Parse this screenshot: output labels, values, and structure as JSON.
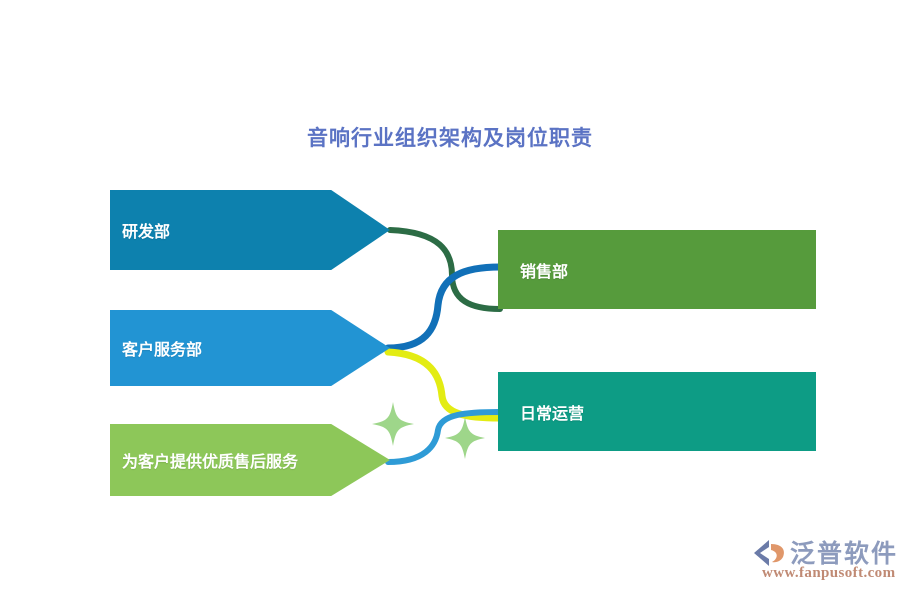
{
  "diagram": {
    "title": "音响行业组织架构及岗位职责",
    "title_color": "#5b73c4",
    "background": "#ffffff",
    "type": "org-chart-flow"
  },
  "nodes": {
    "left": [
      {
        "id": "rnd",
        "label": "研发部",
        "shape": "arrow",
        "color": "#0d81ae"
      },
      {
        "id": "service",
        "label": "客户服务部",
        "shape": "arrow",
        "color": "#2294d3"
      },
      {
        "id": "aftersale",
        "label": "为客户提供优质售后服务",
        "shape": "arrow",
        "color": "#8dc759"
      }
    ],
    "right": [
      {
        "id": "sales",
        "label": "销售部",
        "shape": "rect",
        "color": "#569b3c"
      },
      {
        "id": "ops",
        "label": "日常运营",
        "shape": "rect",
        "color": "#0d9c85"
      }
    ]
  },
  "connectors": [
    {
      "id": "rnd-to-sales",
      "from": "研发部",
      "to": "销售部",
      "color": "#2c6c45"
    },
    {
      "id": "service-to-sales",
      "from": "客户服务部",
      "to": "销售部",
      "color": "#1170b8"
    },
    {
      "id": "service-to-ops",
      "from": "客户服务部",
      "to": "日常运营",
      "color": "#e3ec13"
    },
    {
      "id": "aftersale-to-ops",
      "from": "为客户提供优质售后服务",
      "to": "日常运营",
      "color": "#2e9bd6"
    }
  ],
  "decorations": {
    "sparkles": [
      {
        "id": "sparkle-left",
        "color": "#9ed68a"
      },
      {
        "id": "sparkle-right",
        "color": "#9ed68a"
      }
    ]
  },
  "brand": {
    "name": "泛普软件",
    "url": "www.fanpusoft.com",
    "name_color": "#8d9bbd",
    "url_color": "#c08a74",
    "mark_colors": [
      "#6b7ba8",
      "#e0976a"
    ]
  }
}
